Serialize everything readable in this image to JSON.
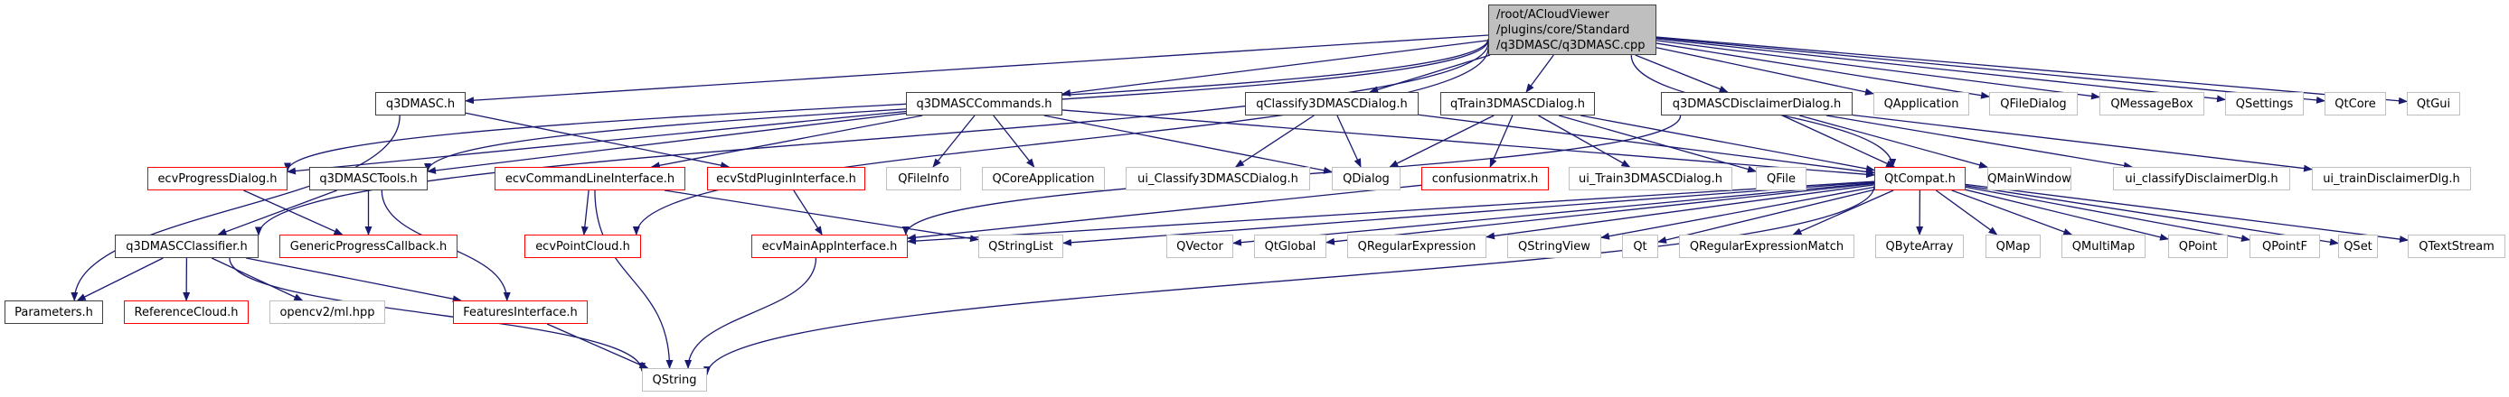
{
  "diagram": {
    "type": "include-dependency-graph",
    "edge_color": "#191970",
    "main_node": {
      "id": "main",
      "lines": [
        "/root/ACloudViewer",
        "/plugins/core/Standard",
        "/q3DMASC/q3DMASC.cpp"
      ],
      "style": "main"
    },
    "nodes": [
      {
        "id": "q3dmasc_h",
        "label": "q3DMASC.h",
        "style": "doc"
      },
      {
        "id": "commands_h",
        "label": "q3DMASCCommands.h",
        "style": "doc"
      },
      {
        "id": "classify_dlg_h",
        "label": "qClassify3DMASCDialog.h",
        "style": "doc"
      },
      {
        "id": "train_dlg_h",
        "label": "qTrain3DMASCDialog.h",
        "style": "doc"
      },
      {
        "id": "disclaimer_h",
        "label": "q3DMASCDisclaimerDialog.h",
        "style": "doc"
      },
      {
        "id": "qapplication",
        "label": "QApplication",
        "style": "ext"
      },
      {
        "id": "qfiledialog",
        "label": "QFileDialog",
        "style": "ext"
      },
      {
        "id": "qmessagebox",
        "label": "QMessageBox",
        "style": "ext"
      },
      {
        "id": "qsettings",
        "label": "QSettings",
        "style": "ext"
      },
      {
        "id": "qtcore",
        "label": "QtCore",
        "style": "ext"
      },
      {
        "id": "qtgui",
        "label": "QtGui",
        "style": "ext"
      },
      {
        "id": "progress_dlg_h",
        "label": "ecvProgressDialog.h",
        "style": "red"
      },
      {
        "id": "tools_h",
        "label": "q3DMASCTools.h",
        "style": "doc"
      },
      {
        "id": "cmdline_h",
        "label": "ecvCommandLineInterface.h",
        "style": "red"
      },
      {
        "id": "stdplugin_h",
        "label": "ecvStdPluginInterface.h",
        "style": "red"
      },
      {
        "id": "qfileinfo",
        "label": "QFileInfo",
        "style": "ext"
      },
      {
        "id": "qcoreapp",
        "label": "QCoreApplication",
        "style": "ext"
      },
      {
        "id": "ui_classify_h",
        "label": "ui_Classify3DMASCDialog.h",
        "style": "ext"
      },
      {
        "id": "qdialog",
        "label": "QDialog",
        "style": "ext"
      },
      {
        "id": "confusion_h",
        "label": "confusionmatrix.h",
        "style": "red"
      },
      {
        "id": "ui_train_h",
        "label": "ui_Train3DMASCDialog.h",
        "style": "ext"
      },
      {
        "id": "qfile",
        "label": "QFile",
        "style": "ext"
      },
      {
        "id": "qtcompat_h",
        "label": "QtCompat.h",
        "style": "red"
      },
      {
        "id": "qmainwindow",
        "label": "QMainWindow",
        "style": "ext"
      },
      {
        "id": "ui_classify_disc_h",
        "label": "ui_classifyDisclaimerDlg.h",
        "style": "ext"
      },
      {
        "id": "ui_train_disc_h",
        "label": "ui_trainDisclaimerDlg.h",
        "style": "ext"
      },
      {
        "id": "classifier_h",
        "label": "q3DMASCClassifier.h",
        "style": "doc"
      },
      {
        "id": "generic_cb_h",
        "label": "GenericProgressCallback.h",
        "style": "red"
      },
      {
        "id": "pointcloud_h",
        "label": "ecvPointCloud.h",
        "style": "red"
      },
      {
        "id": "mainapp_h",
        "label": "ecvMainAppInterface.h",
        "style": "red"
      },
      {
        "id": "qstringlist",
        "label": "QStringList",
        "style": "ext"
      },
      {
        "id": "qvector",
        "label": "QVector",
        "style": "ext"
      },
      {
        "id": "qtglobal",
        "label": "QtGlobal",
        "style": "ext"
      },
      {
        "id": "qregexp",
        "label": "QRegularExpression",
        "style": "ext"
      },
      {
        "id": "qstringview",
        "label": "QStringView",
        "style": "ext"
      },
      {
        "id": "qt",
        "label": "Qt",
        "style": "ext"
      },
      {
        "id": "qregexpmatch",
        "label": "QRegularExpressionMatch",
        "style": "ext"
      },
      {
        "id": "qbytearray",
        "label": "QByteArray",
        "style": "ext"
      },
      {
        "id": "qmap",
        "label": "QMap",
        "style": "ext"
      },
      {
        "id": "qmultimap",
        "label": "QMultiMap",
        "style": "ext"
      },
      {
        "id": "qpoint",
        "label": "QPoint",
        "style": "ext"
      },
      {
        "id": "qpointf",
        "label": "QPointF",
        "style": "ext"
      },
      {
        "id": "qset",
        "label": "QSet",
        "style": "ext"
      },
      {
        "id": "qtextstream",
        "label": "QTextStream",
        "style": "ext"
      },
      {
        "id": "parameters_h",
        "label": "Parameters.h",
        "style": "doc"
      },
      {
        "id": "refcloud_h",
        "label": "ReferenceCloud.h",
        "style": "red"
      },
      {
        "id": "opencv_ml",
        "label": "opencv2/ml.hpp",
        "style": "ext"
      },
      {
        "id": "features_h",
        "label": "FeaturesInterface.h",
        "style": "red"
      },
      {
        "id": "qstring",
        "label": "QString",
        "style": "ext"
      }
    ],
    "edges": [
      [
        "main",
        "q3dmasc_h"
      ],
      [
        "main",
        "commands_h"
      ],
      [
        "main",
        "classify_dlg_h"
      ],
      [
        "main",
        "train_dlg_h"
      ],
      [
        "main",
        "disclaimer_h"
      ],
      [
        "main",
        "qapplication"
      ],
      [
        "main",
        "qfiledialog"
      ],
      [
        "main",
        "qmessagebox"
      ],
      [
        "main",
        "qsettings"
      ],
      [
        "main",
        "qtcore"
      ],
      [
        "main",
        "qtgui"
      ],
      [
        "main",
        "progress_dlg_h"
      ],
      [
        "main",
        "tools_h"
      ],
      [
        "main",
        "classifier_h"
      ],
      [
        "main",
        "pointcloud_h"
      ],
      [
        "main",
        "qtcompat_h"
      ],
      [
        "q3dmasc_h",
        "stdplugin_h"
      ],
      [
        "q3dmasc_h",
        "parameters_h"
      ],
      [
        "commands_h",
        "progress_dlg_h"
      ],
      [
        "commands_h",
        "tools_h"
      ],
      [
        "commands_h",
        "cmdline_h"
      ],
      [
        "commands_h",
        "qfileinfo"
      ],
      [
        "commands_h",
        "qcoreapp"
      ],
      [
        "commands_h",
        "qdialog"
      ],
      [
        "commands_h",
        "qtcompat_h"
      ],
      [
        "classify_dlg_h",
        "ui_classify_h"
      ],
      [
        "classify_dlg_h",
        "qdialog"
      ],
      [
        "classify_dlg_h",
        "qtcompat_h"
      ],
      [
        "train_dlg_h",
        "qdialog"
      ],
      [
        "train_dlg_h",
        "confusion_h"
      ],
      [
        "train_dlg_h",
        "ui_train_h"
      ],
      [
        "train_dlg_h",
        "qfile"
      ],
      [
        "train_dlg_h",
        "qtcompat_h"
      ],
      [
        "disclaimer_h",
        "mainapp_h"
      ],
      [
        "disclaimer_h",
        "qmainwindow"
      ],
      [
        "disclaimer_h",
        "ui_classify_disc_h"
      ],
      [
        "disclaimer_h",
        "ui_train_disc_h"
      ],
      [
        "disclaimer_h",
        "qtcompat_h"
      ],
      [
        "progress_dlg_h",
        "generic_cb_h"
      ],
      [
        "tools_h",
        "classifier_h"
      ],
      [
        "tools_h",
        "generic_cb_h"
      ],
      [
        "tools_h",
        "features_h"
      ],
      [
        "cmdline_h",
        "pointcloud_h"
      ],
      [
        "cmdline_h",
        "qstring"
      ],
      [
        "cmdline_h",
        "qstringlist"
      ],
      [
        "stdplugin_h",
        "mainapp_h"
      ],
      [
        "confusion_h",
        "mainapp_h"
      ],
      [
        "classifier_h",
        "parameters_h"
      ],
      [
        "classifier_h",
        "refcloud_h"
      ],
      [
        "classifier_h",
        "opencv_ml"
      ],
      [
        "classifier_h",
        "features_h"
      ],
      [
        "classifier_h",
        "qstring"
      ],
      [
        "mainapp_h",
        "qstring"
      ],
      [
        "features_h",
        "qstring"
      ],
      [
        "qtcompat_h",
        "mainapp_h"
      ],
      [
        "qtcompat_h",
        "qstringlist"
      ],
      [
        "qtcompat_h",
        "qvector"
      ],
      [
        "qtcompat_h",
        "qtglobal"
      ],
      [
        "qtcompat_h",
        "qregexp"
      ],
      [
        "qtcompat_h",
        "qstringview"
      ],
      [
        "qtcompat_h",
        "qt"
      ],
      [
        "qtcompat_h",
        "qregexpmatch"
      ],
      [
        "qtcompat_h",
        "qbytearray"
      ],
      [
        "qtcompat_h",
        "qmap"
      ],
      [
        "qtcompat_h",
        "qmultimap"
      ],
      [
        "qtcompat_h",
        "qpoint"
      ],
      [
        "qtcompat_h",
        "qpointf"
      ],
      [
        "qtcompat_h",
        "qset"
      ],
      [
        "qtcompat_h",
        "qtextstream"
      ],
      [
        "qtcompat_h",
        "qstring"
      ]
    ]
  }
}
